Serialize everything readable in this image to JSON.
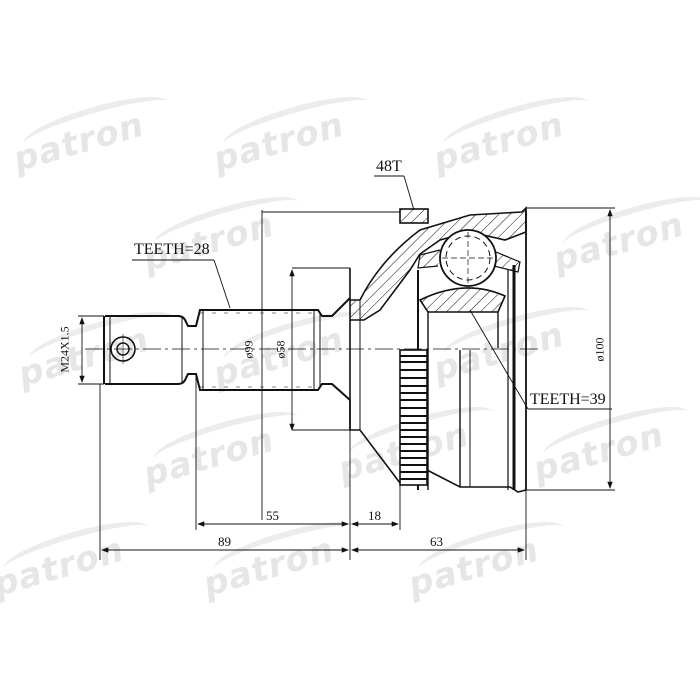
{
  "drawing": {
    "subject": "CV joint (outer) technical drawing",
    "brand_watermark": "patron",
    "colors": {
      "line": "#111111",
      "watermark": "#e6e6e6",
      "background": "#ffffff"
    },
    "callouts": {
      "spline_outer": "TEETH=28",
      "abs_ring": "48T",
      "inner_spline": "TEETH=39"
    },
    "diameters": {
      "thread": "M24X1.5",
      "shaft_seal": "ø99",
      "shaft": "ø58",
      "outer_body": "ø100"
    },
    "lengths": {
      "stub_to_abs": "55",
      "abs_width": "18",
      "stub_total": "89",
      "body_total": "63"
    }
  }
}
